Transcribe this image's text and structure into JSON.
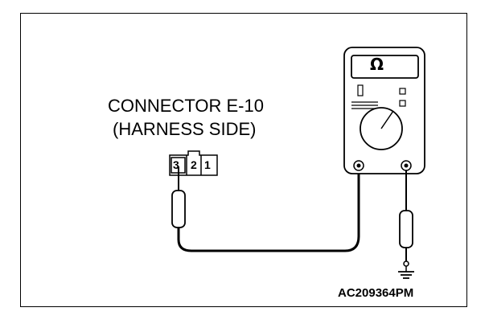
{
  "connector": {
    "title": "CONNECTOR E-10",
    "subtitle": "(HARNESS SIDE)",
    "pins": [
      "3",
      "2",
      "1"
    ]
  },
  "meter": {
    "display_symbol": "Ω",
    "icon": "multimeter-icon"
  },
  "reference_code": "AC209364PM",
  "colors": {
    "line": "#000000",
    "background": "#ffffff"
  }
}
